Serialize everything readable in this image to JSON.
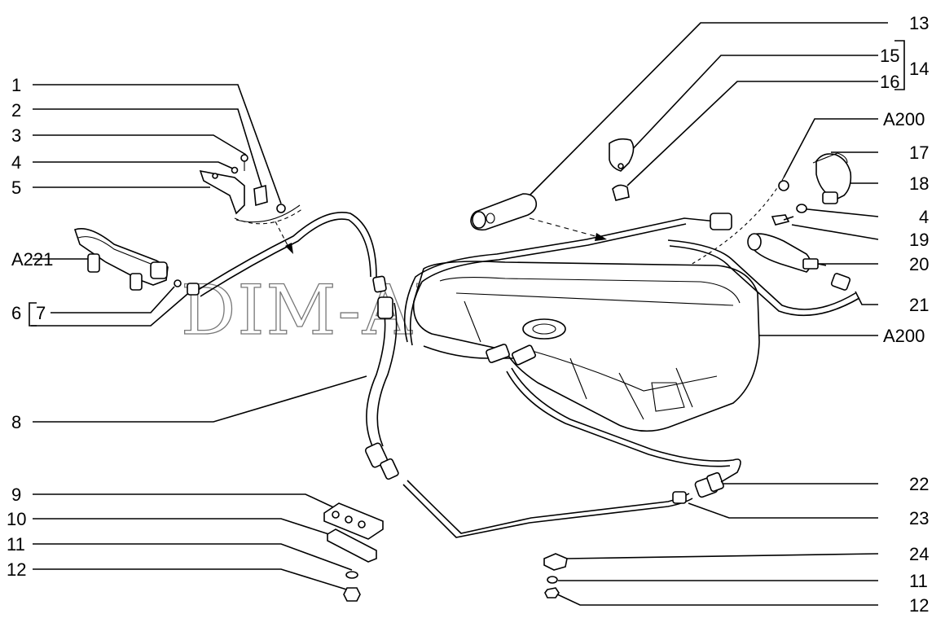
{
  "watermark": "DIM-AUTO.RU",
  "callouts": {
    "c1": "1",
    "c2": "2",
    "c3": "3",
    "c4a": "4",
    "c5": "5",
    "c6": "6",
    "c7": "7",
    "c8": "8",
    "c9": "9",
    "c10": "10",
    "c11a": "11",
    "c12a": "12",
    "a221": "A221",
    "c13": "13",
    "c15": "15",
    "c16": "16",
    "c14": "14",
    "a200a": "A200",
    "c17": "17",
    "c18": "18",
    "c4b": "4",
    "c19": "19",
    "c20": "20",
    "c21": "21",
    "a200b": "A200",
    "c22": "22",
    "c23": "23",
    "c24": "24",
    "c11b": "11",
    "c12b": "12"
  }
}
